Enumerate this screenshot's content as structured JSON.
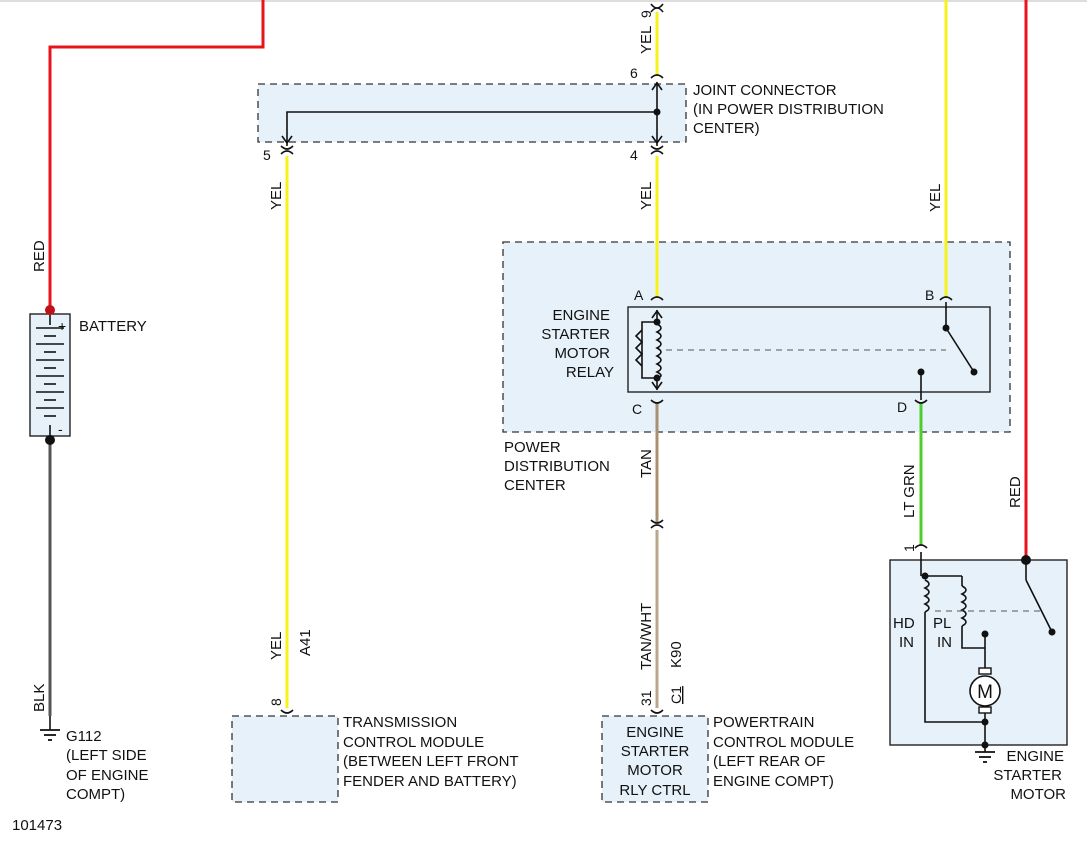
{
  "figure_id": "101473",
  "colors": {
    "red": "#e8141c",
    "yellow": "#f7f21a",
    "tan": "#a89070",
    "tan_wht": "#b8a78a",
    "lt_grn": "#4ccf2a",
    "blk": "#555555",
    "box_fill": "#e6f1f9"
  },
  "wires": {
    "red_battery": "RED",
    "red_motor": "RED",
    "blk_ground": "BLK",
    "yel_top": "YEL",
    "yel_left": "YEL",
    "yel_left_bottom": "YEL",
    "yel_left_circuit": "A41",
    "yel_center": "YEL",
    "yel_right": "YEL",
    "tan": "TAN",
    "tan_wht": "TAN/WHT",
    "tan_wht_circuit": "K90",
    "lt_grn": "LT GRN"
  },
  "pins": {
    "top_9": "9",
    "jc_6": "6",
    "jc_5": "5",
    "jc_4": "4",
    "relay_a": "A",
    "relay_b": "B",
    "relay_c": "C",
    "relay_d": "D",
    "motor_1": "1",
    "tcm_8": "8",
    "pcm_31": "31",
    "pcm_c1": "C1"
  },
  "components": {
    "joint_connector": [
      "JOINT CONNECTOR",
      "(IN POWER DISTRIBUTION",
      "CENTER)"
    ],
    "battery": "BATTERY",
    "battery_plus": "+",
    "battery_minus": "-",
    "relay": [
      "ENGINE",
      "STARTER",
      "MOTOR",
      "RELAY"
    ],
    "pdc": [
      "POWER",
      "DISTRIBUTION",
      "CENTER"
    ],
    "ground": [
      "G112",
      "(LEFT SIDE",
      "OF ENGINE",
      "COMPT)"
    ],
    "tcm": [
      "TRANSMISSION",
      "CONTROL MODULE",
      "(BETWEEN LEFT FRONT",
      "FENDER AND BATTERY)"
    ],
    "pcm_box": [
      "ENGINE",
      "STARTER",
      "MOTOR",
      "RLY CTRL"
    ],
    "pcm": [
      "POWERTRAIN",
      "CONTROL MODULE",
      "(LEFT REAR OF",
      "ENGINE COMPT)"
    ],
    "hd_in": [
      "HD",
      "IN"
    ],
    "pl_in": [
      "PL",
      "IN"
    ],
    "motor_symbol": "M",
    "starter": [
      "ENGINE",
      "STARTER",
      "MOTOR"
    ]
  }
}
